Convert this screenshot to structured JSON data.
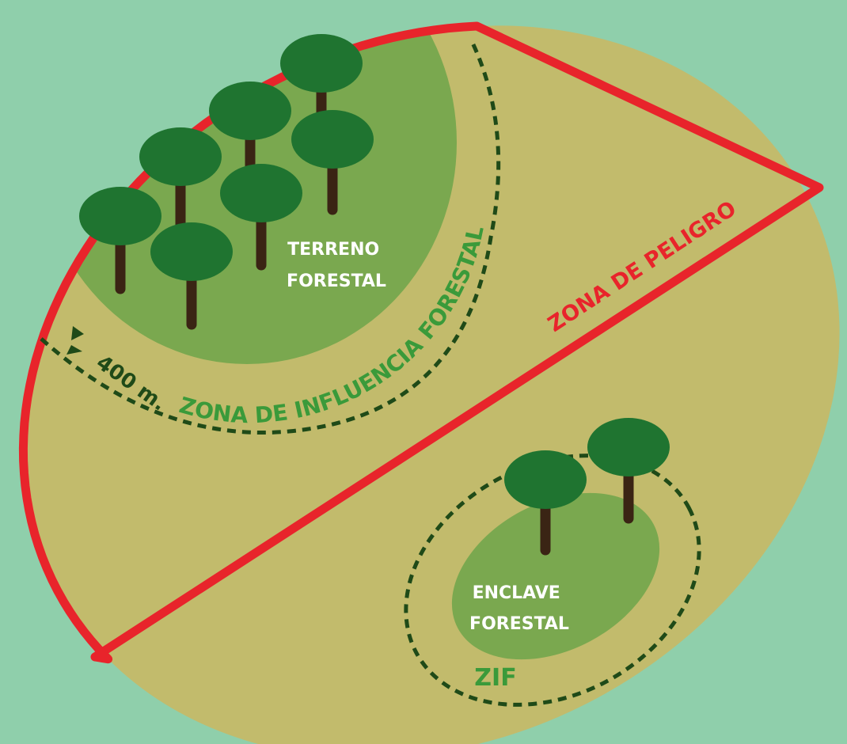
{
  "colors": {
    "background": "#8fcfab",
    "land": "#c2bb6c",
    "forest_area": "#7aa84f",
    "danger_line": "#e8242b",
    "influence_dash": "#1f4a18",
    "tree_crown": "#1f7430",
    "tree_trunk": "#3a2414",
    "label_white": "#ffffff",
    "label_green": "#3a9a3a",
    "label_red": "#e8242b",
    "label_dark": "#1f4a18"
  },
  "labels": {
    "forest_terrain": [
      "TERRENO",
      "FORESTAL"
    ],
    "forest_enclave": [
      "ENCLAVE",
      "FORESTAL"
    ],
    "danger_zone": "ZONA DE PELIGRO",
    "influence_zone": "ZONA DE INFLUENCIA FORESTAL",
    "distance": "400 m.",
    "zif": "ZIF"
  },
  "icons": {
    "tree": "tree-icon",
    "distance_arrow": "double-arrow-icon"
  }
}
